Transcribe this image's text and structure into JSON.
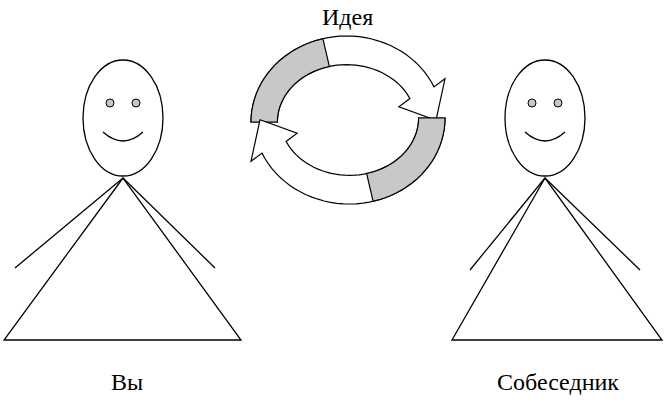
{
  "diagram": {
    "nodes": [
      {
        "text": [
          "Вы"
        ]
      },
      {
        "text": [
          "Собеседник"
        ]
      }
    ],
    "edges": [
      {
        "from": 0,
        "to": 1,
        "arrow": "to",
        "label": "Идея"
      },
      {
        "from": 1,
        "to": 0,
        "arrow": "to"
      }
    ]
  }
}
